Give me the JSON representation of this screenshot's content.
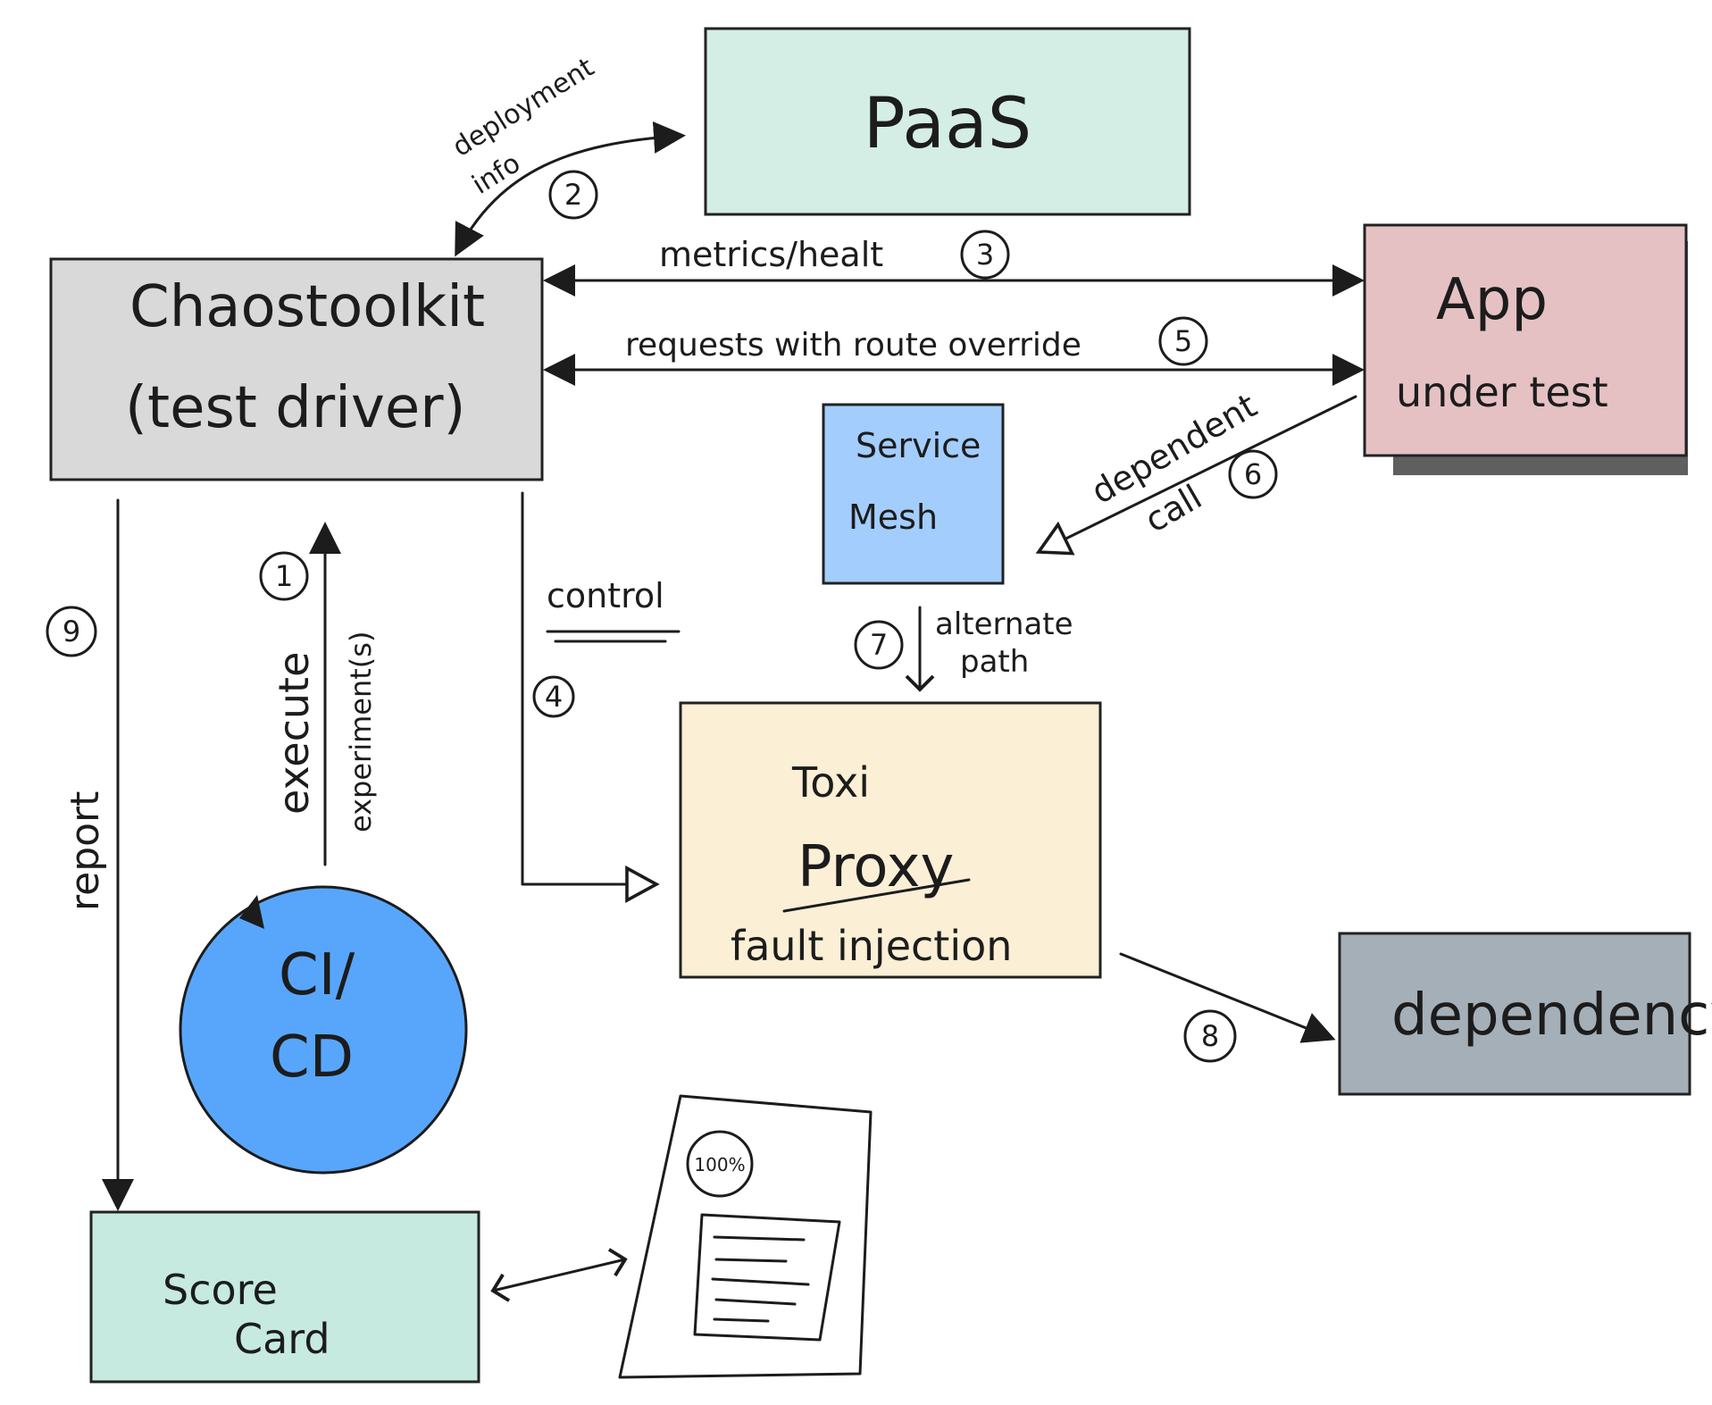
{
  "nodes": {
    "paas": {
      "label": "PaaS",
      "color": "#d4ede5"
    },
    "chaostoolkit": {
      "line1": "Chaostoolkit",
      "line2": "(test driver)",
      "color": "#d9d9d9"
    },
    "app": {
      "line1": "App",
      "line2": "under test",
      "color": "#e5c1c4"
    },
    "service_mesh": {
      "line1": "Service",
      "line2": "Mesh",
      "color": "#a3cdfc"
    },
    "toxiproxy": {
      "line1": "Toxi",
      "line2": "Proxy",
      "line3": "fault injection",
      "color": "#fbefd6"
    },
    "dependency": {
      "label": "dependency",
      "color": "#a5afb8"
    },
    "cicd": {
      "line1": "CI/",
      "line2": "CD",
      "color": "#58a6fc"
    },
    "scorecard": {
      "line1": "Score",
      "line2": "Card",
      "color": "#c6eae0"
    },
    "report_doc": {
      "badge": "100%"
    }
  },
  "edges": {
    "deployment_info": {
      "line1": "deployment",
      "line2": "info",
      "step": "2"
    },
    "metrics_health": {
      "label": "metrics/healt",
      "step": "3"
    },
    "requests_route": {
      "label": "requests with route override",
      "step": "5"
    },
    "dependent_call": {
      "line1": "dependent",
      "line2": "call",
      "step": "6"
    },
    "control": {
      "label": "control",
      "step": "4"
    },
    "alternate_path": {
      "line1": "alternate",
      "line2": "path",
      "step": "7"
    },
    "execute": {
      "line1": "execute",
      "line2": "experiment(s)",
      "step": "1"
    },
    "report": {
      "label": "report",
      "step": "9"
    },
    "fault_to_dependency": {
      "step": "8"
    }
  }
}
